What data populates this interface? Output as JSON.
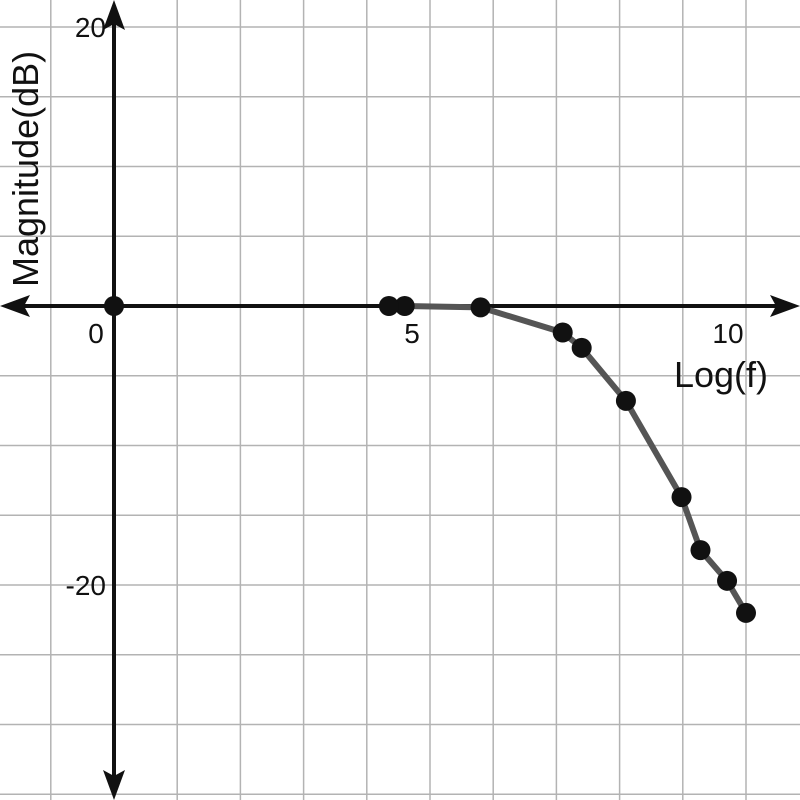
{
  "chart_data": {
    "type": "line",
    "xlabel": "Log(f)",
    "ylabel": "Magnitude(dB)",
    "xlim": [
      -1.8,
      10.8
    ],
    "ylim": [
      -35,
      22
    ],
    "grid": true,
    "x_ticks": [
      0,
      5,
      10
    ],
    "x_tick_labels": [
      "0",
      "5",
      "10"
    ],
    "y_ticks": [
      20,
      -20
    ],
    "y_tick_labels": [
      "20",
      "-20"
    ],
    "colors": {
      "line": "#555555",
      "point": "#111111",
      "axis": "#111111",
      "grid": "#b3b3b3"
    },
    "isolated_points": [
      {
        "x": 0,
        "y": 0
      },
      {
        "x": 4.35,
        "y": 0
      }
    ],
    "series": [
      {
        "x": [
          4.6,
          5.8,
          7.1,
          7.4,
          8.1,
          8.98,
          9.28,
          9.7,
          10.0
        ],
        "y": [
          0,
          -0.1,
          -1.9,
          -3.0,
          -6.8,
          -13.7,
          -17.5,
          -19.7,
          -22.0
        ]
      }
    ]
  }
}
